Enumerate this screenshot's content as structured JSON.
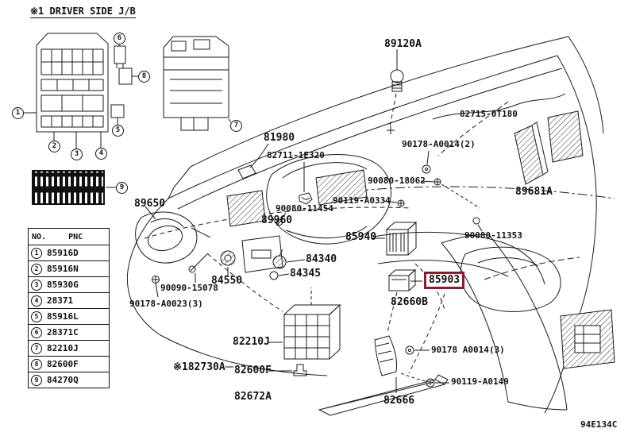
{
  "title_note": "※1 DRIVER SIDE J/B",
  "footer_code": "94E134C",
  "highlight": {
    "part_number": "85903",
    "box_color": "#8e1c2e"
  },
  "legend": {
    "col_no": "NO.",
    "col_pnc": "PNC",
    "rows": [
      {
        "no": "1",
        "pnc": "85916D"
      },
      {
        "no": "2",
        "pnc": "85916N"
      },
      {
        "no": "3",
        "pnc": "85930G"
      },
      {
        "no": "4",
        "pnc": "28371"
      },
      {
        "no": "5",
        "pnc": "85916L"
      },
      {
        "no": "6",
        "pnc": "28371C"
      },
      {
        "no": "7",
        "pnc": "82210J"
      },
      {
        "no": "8",
        "pnc": "82600F"
      },
      {
        "no": "9",
        "pnc": "84270Q"
      }
    ]
  },
  "callouts": [
    "1",
    "2",
    "3",
    "4",
    "5",
    "6",
    "7",
    "8",
    "9"
  ],
  "parts": [
    {
      "pn": "89120A"
    },
    {
      "pn": "82715-0T180"
    },
    {
      "pn": "81980"
    },
    {
      "pn": "82711-1E320"
    },
    {
      "pn": "90178-A0014(2)"
    },
    {
      "pn": "90080-18062"
    },
    {
      "pn": "89681A"
    },
    {
      "pn": "90119-A0334"
    },
    {
      "pn": "90080-11454"
    },
    {
      "pn": "89650"
    },
    {
      "pn": "89960"
    },
    {
      "pn": "85940"
    },
    {
      "pn": "90080-11353"
    },
    {
      "pn": "84340"
    },
    {
      "pn": "84345"
    },
    {
      "pn": "84550"
    },
    {
      "pn": "85903"
    },
    {
      "pn": "82660B"
    },
    {
      "pn": "90090-15078"
    },
    {
      "pn": "90178-A0023(3)"
    },
    {
      "pn": "82210J"
    },
    {
      "pn": "※182730A"
    },
    {
      "pn": "82600F"
    },
    {
      "pn": "82672A"
    },
    {
      "pn": "82666"
    },
    {
      "pn": "90178 A0014(3)"
    },
    {
      "pn": "90119-A0149"
    }
  ]
}
